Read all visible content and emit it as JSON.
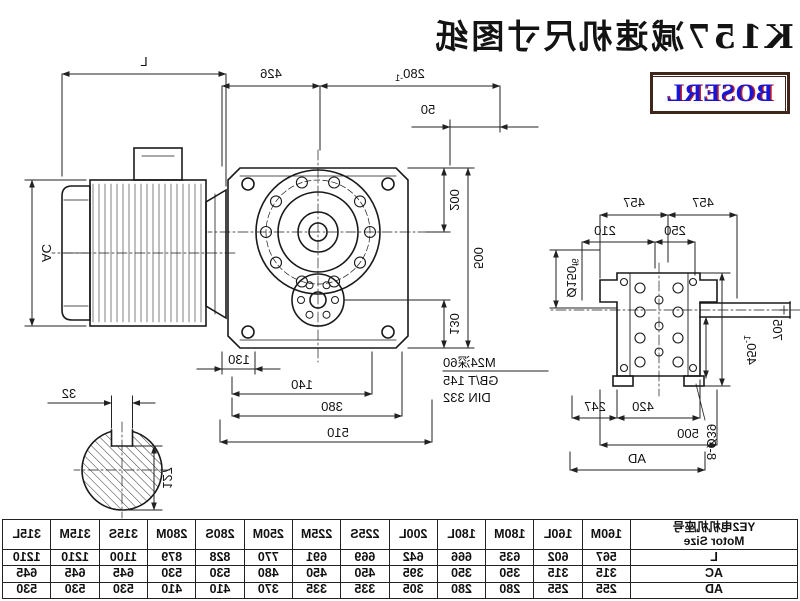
{
  "page": {
    "title": "K157减速机尺寸图纸",
    "logo": "BOSERL"
  },
  "colors": {
    "background": "#ffffff",
    "line": "#1a1a1a",
    "logo_text": "#1616d6",
    "logo_accent": "#cf1d1d",
    "logo_border": "#40251b"
  },
  "drawing": {
    "side_view": {
      "length_label": "L",
      "diameter_label": "AC"
    },
    "front_view": {
      "top_dims": {
        "d426": "426",
        "d280": {
          "main": "280",
          "sub": "-1"
        },
        "d50": "50"
      },
      "left_dims": {
        "d500": "500",
        "d200": "200",
        "d130v": "130"
      },
      "bottom_dims": {
        "d130": "130",
        "d140": "140",
        "d380": "380",
        "d510": "510"
      }
    },
    "output_view": {
      "top_dims": {
        "d457a": "457",
        "d457b": "457",
        "d250": "250",
        "d210": "210"
      },
      "side_dims": {
        "d705": "705",
        "d450": {
          "main": "450",
          "sub": "-1"
        },
        "d247": "247"
      },
      "bottom_dims": {
        "d420": "420",
        "d500": "500",
        "dAD": "AD"
      },
      "labels": {
        "bore": {
          "main": "Ø150",
          "sup": "f6"
        },
        "holes": "8-Ø39"
      },
      "notes": [
        "M24深60",
        "GB/T 145",
        "DIN 332"
      ]
    },
    "shaft_section": {
      "key_width": "32",
      "depth": "127"
    }
  },
  "table": {
    "header": {
      "line1": "YE2电机机座号",
      "line2": "Motor Size"
    },
    "columns": [
      "160M",
      "160L",
      "180M",
      "180L",
      "200L",
      "225S",
      "225M",
      "250M",
      "280S",
      "280M",
      "315S",
      "315M",
      "315L"
    ],
    "rows": [
      {
        "label": "L",
        "values": [
          "567",
          "602",
          "635",
          "666",
          "642",
          "669",
          "691",
          "770",
          "828",
          "879",
          "1100",
          "1210",
          "1210"
        ]
      },
      {
        "label": "AC",
        "values": [
          "315",
          "315",
          "350",
          "350",
          "395",
          "450",
          "450",
          "480",
          "530",
          "530",
          "645",
          "645",
          "645"
        ]
      },
      {
        "label": "AD",
        "values": [
          "255",
          "255",
          "280",
          "280",
          "305",
          "335",
          "335",
          "370",
          "410",
          "410",
          "530",
          "530",
          "530"
        ]
      }
    ]
  }
}
